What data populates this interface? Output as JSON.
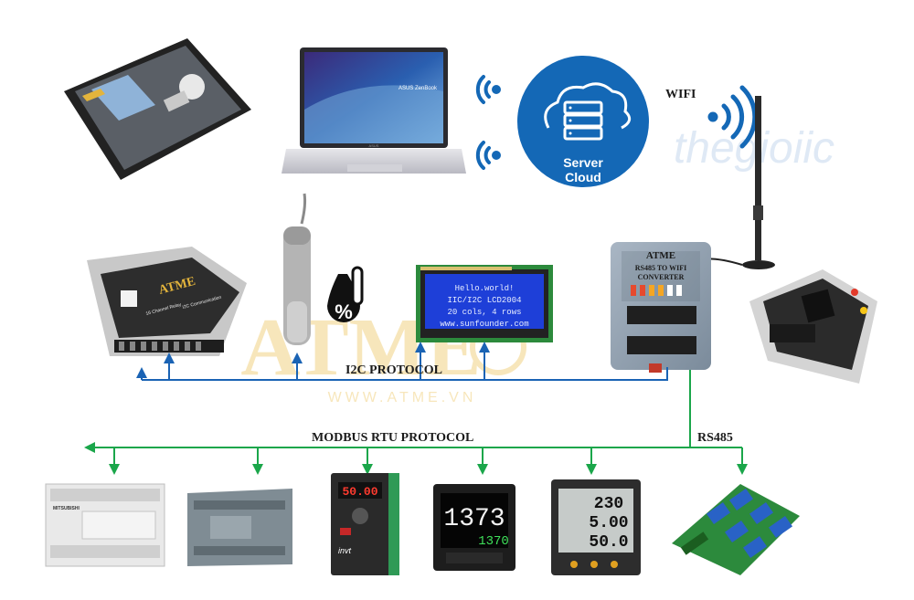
{
  "colors": {
    "blue_line": "#1a63b4",
    "green_line": "#1aa64a",
    "cloud_circle": "#1468b6",
    "watermark": "#f0cf7a",
    "lcd_blue": "#1e3fd8",
    "pcb_green": "#2c8a3c",
    "converter_gray": "#8d9cab"
  },
  "labels": {
    "wifi": "WIFI",
    "cloud_line1": "Server",
    "cloud_line2": "Cloud",
    "i2c": "I2C PROTOCOL",
    "modbus": "MODBUS RTU PROTOCOL",
    "rs485": "RS485"
  },
  "watermark": {
    "brand": "ATME",
    "url": "WWW.ATME.VN",
    "corner": "thegioiic"
  },
  "devices": {
    "laptop_brand": "ASUS ZenBook",
    "laptop_logo": "ASUS",
    "lcd_lines": [
      "Hello.world!",
      "IIC/I2C LCD2004",
      "20 cols, 4 rows",
      "www.sunfounder.com"
    ],
    "converter_brand": "ATME",
    "converter_title_1": "RS485 TO WIFI",
    "converter_title_2": "CONVERTER",
    "relay_box_brand": "ATME",
    "relay_box_line1": "16 Channel Relay",
    "relay_box_line2": "I2C Communication",
    "plc_brand": "MITSUBISHI",
    "inverter_display": "50.00",
    "inverter_brand": "invt",
    "temp_pv": "1373",
    "temp_sv": "1370",
    "meter_values": [
      "230",
      "5.00",
      "50.0"
    ]
  }
}
